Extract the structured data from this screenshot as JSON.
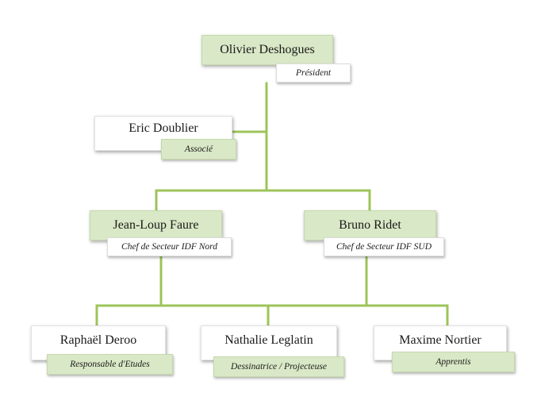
{
  "org_chart": {
    "nodes": [
      {
        "id": "president",
        "name": "Olivier Deshogues",
        "role": "Président"
      },
      {
        "id": "associate",
        "name": "Eric Doublier",
        "role": "Associé"
      },
      {
        "id": "chef-nord",
        "name": "Jean-Loup Faure",
        "role": "Chef de Secteur IDF Nord"
      },
      {
        "id": "chef-sud",
        "name": "Bruno Ridet",
        "role": "Chef de Secteur IDF SUD"
      },
      {
        "id": "resp-etudes",
        "name": "Raphaël Deroo",
        "role": "Responsable d'Etudes"
      },
      {
        "id": "dessinatrice",
        "name": "Nathalie Leglatin",
        "role": "Dessinatrice / Projecteuse"
      },
      {
        "id": "apprenti",
        "name": "Maxime Nortier",
        "role": "Apprentis"
      }
    ],
    "connector_color": "#9dc45a",
    "accent_green": "#d9e8c6"
  }
}
